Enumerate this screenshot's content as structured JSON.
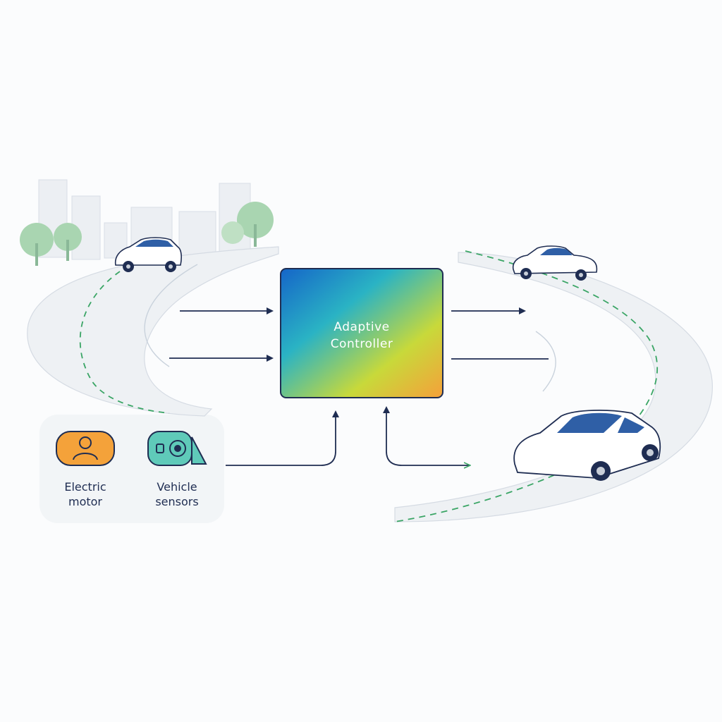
{
  "controller": {
    "line1": "Adaptive",
    "line2": "Controller",
    "gradient": [
      "#1565c8",
      "#2ab3c4",
      "#c8d93a",
      "#f5a03a"
    ]
  },
  "inputs": [
    {
      "line1": "Electric",
      "line2": "motor",
      "icon": "driver-icon",
      "color": "#f4a23a"
    },
    {
      "line1": "Vehicle",
      "line2": "sensors",
      "icon": "camera-icon",
      "color": "#5fcab9"
    }
  ],
  "colors": {
    "arrow": "#1f2d52",
    "lane_marking": "#3aa565",
    "road": "#eef1f4",
    "tree": "#9fcfa9",
    "building": "#e4e8ee"
  }
}
